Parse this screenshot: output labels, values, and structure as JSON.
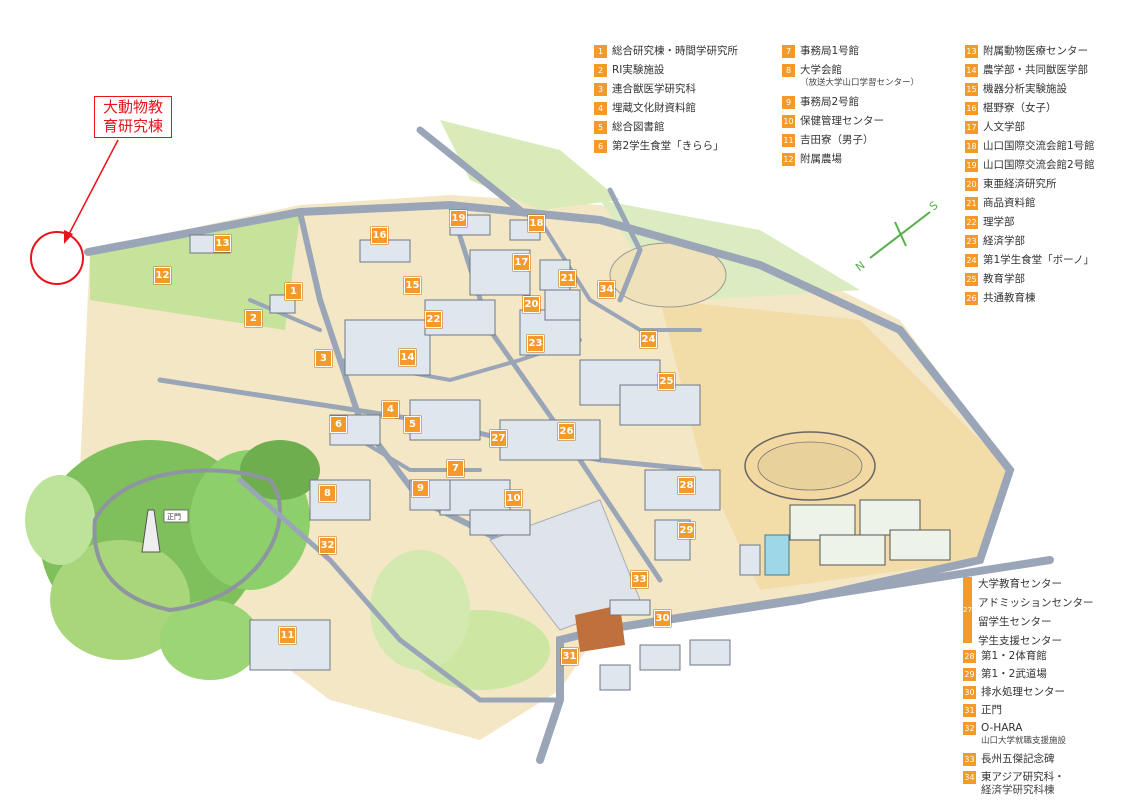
{
  "annotation": {
    "text_line1": "大動物教",
    "text_line2": "育研究棟",
    "color": "#e8141b"
  },
  "compass": {
    "north": "N",
    "south": "S"
  },
  "legend": {
    "col1": [
      {
        "num": "1",
        "label": "総合研究棟・時間学研究所"
      },
      {
        "num": "2",
        "label": "RI実験施設"
      },
      {
        "num": "3",
        "label": "連合獣医学研究科"
      },
      {
        "num": "4",
        "label": "埋蔵文化財資料館"
      },
      {
        "num": "5",
        "label": "総合図書館"
      },
      {
        "num": "6",
        "label": "第2学生食堂「きらら」"
      }
    ],
    "col2": [
      {
        "num": "7",
        "label": "事務局1号館"
      },
      {
        "num": "8",
        "label": "大学会館",
        "sub": "（放送大学山口学習センター）"
      },
      {
        "num": "9",
        "label": "事務局2号館"
      },
      {
        "num": "10",
        "label": "保健管理センター"
      },
      {
        "num": "11",
        "label": "吉田寮（男子）"
      },
      {
        "num": "12",
        "label": "附属農場"
      }
    ],
    "col3": [
      {
        "num": "13",
        "label": "附属動物医療センター"
      },
      {
        "num": "14",
        "label": "農学部・共同獣医学部"
      },
      {
        "num": "15",
        "label": "機器分析実験施設"
      },
      {
        "num": "16",
        "label": "椹野寮（女子）"
      },
      {
        "num": "17",
        "label": "人文学部"
      },
      {
        "num": "18",
        "label": "山口国際交流会館1号館"
      },
      {
        "num": "19",
        "label": "山口国際交流会館2号館"
      },
      {
        "num": "20",
        "label": "東亜経済研究所"
      },
      {
        "num": "21",
        "label": "商品資料館"
      },
      {
        "num": "22",
        "label": "理学部"
      },
      {
        "num": "23",
        "label": "経済学部"
      },
      {
        "num": "24",
        "label": "第1学生食堂「ボーノ」"
      },
      {
        "num": "25",
        "label": "教育学部"
      },
      {
        "num": "26",
        "label": "共通教育棟"
      }
    ],
    "group27": {
      "num": "27",
      "lines": [
        "大学教育センター",
        "アドミッションセンター",
        "留学生センター",
        "学生支援センター"
      ]
    },
    "col4": [
      {
        "num": "28",
        "label": "第1・2体育館"
      },
      {
        "num": "29",
        "label": "第1・2武道場"
      },
      {
        "num": "30",
        "label": "排水処理センター"
      },
      {
        "num": "31",
        "label": "正門"
      },
      {
        "num": "32",
        "label": "O-HARA",
        "sub": "山口大学就職支援施設"
      },
      {
        "num": "33",
        "label": "長州五傑記念碑"
      },
      {
        "num": "34",
        "label": "東アジア研究科・",
        "sub": "経済学研究科棟"
      }
    ]
  },
  "map_labels": {
    "gate_sign": "正門",
    "markers": [
      "1",
      "2",
      "3",
      "4",
      "5",
      "6",
      "7",
      "8",
      "9",
      "10",
      "11",
      "12",
      "13",
      "14",
      "15",
      "16",
      "17",
      "18",
      "19",
      "20",
      "21",
      "22",
      "23",
      "24",
      "25",
      "26",
      "27",
      "28",
      "29",
      "30",
      "31",
      "32",
      "33",
      "34"
    ]
  },
  "colors": {
    "marker": "#f39a2a",
    "road": "#9aa6b8",
    "grass": "#b9d98a",
    "field": "#efd9a3",
    "forest": "#6fae4f",
    "building": "#dfe6ee"
  }
}
